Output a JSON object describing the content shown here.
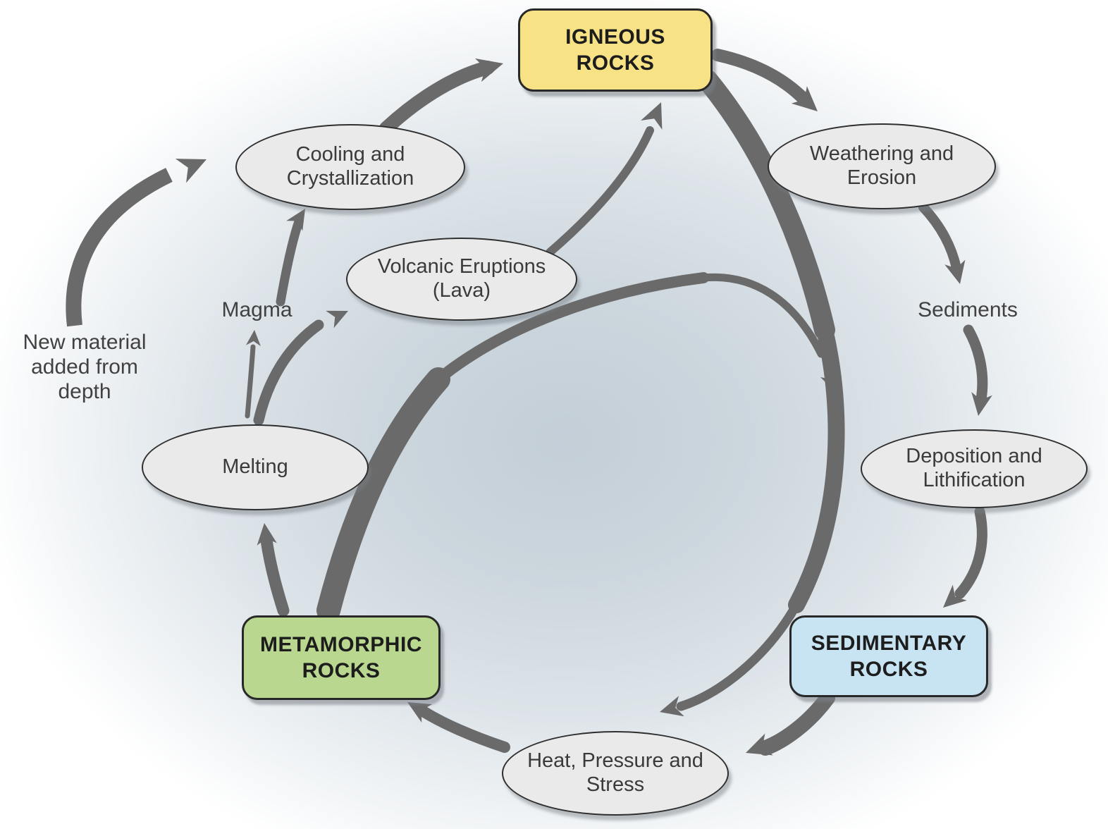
{
  "colors": {
    "arrow": "#6a6a6a",
    "ellipse_fill": "#eaeaea",
    "background_center": "#c3ced7",
    "background_edge": "#ffffff",
    "border": "#2b2b2b"
  },
  "nodes": {
    "igneous": {
      "line1": "IGNEOUS",
      "line2": "ROCKS",
      "fill": "#f7e385"
    },
    "sedimentary": {
      "line1": "SEDIMENTARY",
      "line2": "ROCKS",
      "fill": "#c8e3f2"
    },
    "metamorphic": {
      "line1": "METAMORPHIC",
      "line2": "ROCKS",
      "fill": "#b9d78f"
    },
    "cooling": {
      "line1": "Cooling and",
      "line2": "Crystallization"
    },
    "volcanic": {
      "line1": "Volcanic Eruptions",
      "line2": "(Lava)"
    },
    "weathering": {
      "line1": "Weathering and",
      "line2": "Erosion"
    },
    "deposition": {
      "line1": "Deposition and",
      "line2": "Lithification"
    },
    "heat": {
      "line1": "Heat, Pressure and",
      "line2": "Stress"
    },
    "melting": {
      "line1": "Melting",
      "line2": ""
    }
  },
  "labels": {
    "sediments": "Sediments",
    "magma": "Magma",
    "new_material": {
      "line1": "New material",
      "line2": "added from",
      "line3": "depth"
    }
  }
}
